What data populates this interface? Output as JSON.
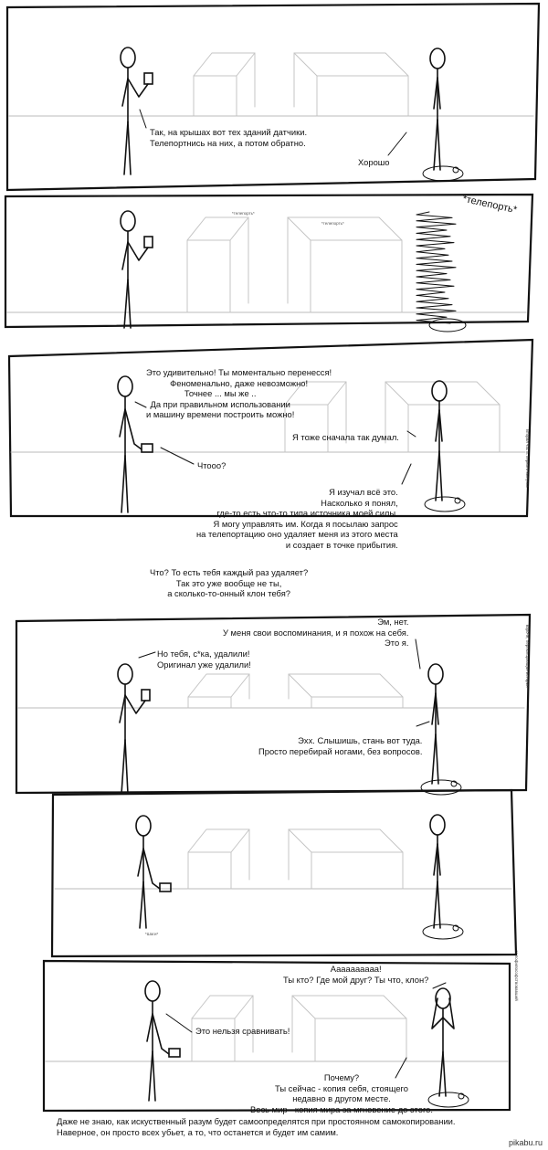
{
  "panels": [
    {
      "dialog": {
        "left": "Так, на крышах вот тех зданий датчики.\nТелепортнись на них, а потом обратно.",
        "right": "Хорошо"
      }
    },
    {
      "sfx": {
        "main": "*телепорть*",
        "small_1": "*телепорть*",
        "small_2": "*телепорть*"
      }
    },
    {
      "dialog": {
        "left_1": "Это удивительно! Ты моментально перенесся!\nФеноменально, даже невозможно!",
        "left_2": "Точнее ... мы же ..\nДа при правильном использовании\nи машину времени построить можно!",
        "right_1": "Я тоже сначала так думал.",
        "left_3": "Чтооо?",
        "right_2": "Я изучал всё это.\nНасколько я понял,\nгде-то есть что-то типа источника моей силы.\nЯ могу управлять им. Когда я посылаю запрос\nна телепортацию оно удаляет меня из этого места\nи создает в точке прибытия."
      },
      "side_text": "Вторая часть первого выпуска"
    },
    {
      "dialog": {
        "gap": "Что? То есть тебя каждый раз удаляет?\nТак это уже вообще не ты,\nа сколько-то-онный клон тебя?"
      }
    },
    {
      "dialog": {
        "right_1": "Эм, нет.\nУ меня свои воспоминания, и я похож на себя.\nЭто я.",
        "left_1": "Но тебя, с*ка, удалили!\nОригинал уже удалили!",
        "right_2": "Эхх. Слышишь, стань вот туда.\nПросто перебирай ногами, без вопросов."
      },
      "side_text": "короче, перемещающая история"
    },
    {
      "sfx": {
        "small": "*Шаги*"
      }
    },
    {
      "dialog": {
        "right_1": "Аааааааааа!\nТы кто? Где мой друг? Ты что, клон?",
        "left_1": "Это нельзя сравнивать!",
        "right_2": "Почему?\nТы сейчас - копия себя, стоящего\nнедавно в другом месте.\nВесь мир - копия мира за мгновение до этого."
      },
      "side_text": "от пофилософствовавший"
    }
  ],
  "caption": "Даже не знаю, как искуственный разум будет самоопределятся при простоянном самокопировании.\nНаверное, он просто всех убьет, а то, что останется и будет им самим.",
  "watermark": "pikabu.ru",
  "colors": {
    "ink": "#111111",
    "light_line": "#bbbbbb",
    "building": "#c4c4c4",
    "page": "#ffffff"
  },
  "icons": [
    "stick-figure",
    "tablet-device",
    "robot-base",
    "building",
    "speech-tail"
  ]
}
